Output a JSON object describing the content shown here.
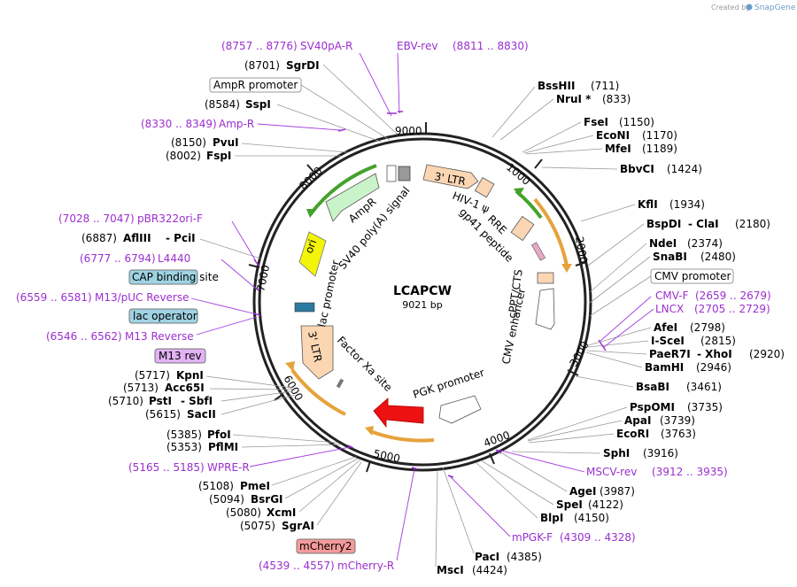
{
  "credit": {
    "created_by": "Created by",
    "brand": "SnapGene"
  },
  "plasmid": {
    "name": "LCAPCW",
    "size_label": "9021 bp"
  },
  "scale_ticks": [
    "9000",
    "1000",
    "2000",
    "3000",
    "4000",
    "5000",
    "6000",
    "7000",
    "8000"
  ],
  "sites_left": [
    {
      "pos": "(8701)",
      "name": "SgrDI"
    },
    {
      "pos": "(8584)",
      "name": "SspI"
    },
    {
      "pos": "(8150)",
      "name": "PvuI"
    },
    {
      "pos": "(8002)",
      "name": "FspI"
    },
    {
      "pos": "(6887)",
      "name": "AflIII",
      "extra": "- PciI"
    },
    {
      "pos": "(5717)",
      "name": "KpnI"
    },
    {
      "pos": "(5713)",
      "name": "Acc65I"
    },
    {
      "pos": "(5710)",
      "name": "PstI",
      "extra": "- SbfI"
    },
    {
      "pos": "(5615)",
      "name": "SacII"
    },
    {
      "pos": "(5385)",
      "name": "PfoI"
    },
    {
      "pos": "(5353)",
      "name": "PflMI"
    },
    {
      "pos": "(5108)",
      "name": "PmeI"
    },
    {
      "pos": "(5094)",
      "name": "BsrGI"
    },
    {
      "pos": "(5080)",
      "name": "XcmI"
    },
    {
      "pos": "(5075)",
      "name": "SgrAI"
    }
  ],
  "sites_right": [
    {
      "name": "BssHII",
      "pos": "(711)"
    },
    {
      "name": "NruI *",
      "pos": "(833)"
    },
    {
      "name": "FseI",
      "pos": "(1150)"
    },
    {
      "name": "EcoNI",
      "pos": "(1170)"
    },
    {
      "name": "MfeI",
      "pos": "(1189)"
    },
    {
      "name": "BbvCI",
      "pos": "(1424)"
    },
    {
      "name": "KflI",
      "pos": "(1934)"
    },
    {
      "name": "BspDI",
      "extra": "- ClaI",
      "pos": "(2180)"
    },
    {
      "name": "NdeI",
      "pos": "(2374)"
    },
    {
      "name": "SnaBI",
      "pos": "(2480)"
    },
    {
      "name": "AfeI",
      "pos": "(2798)"
    },
    {
      "name": "I-SceI",
      "pos": "(2815)"
    },
    {
      "name": "PaeR7I",
      "extra": "- XhoI",
      "pos": "(2920)"
    },
    {
      "name": "BamHI",
      "pos": "(2946)"
    },
    {
      "name": "BsaBI",
      "pos": "(3461)"
    },
    {
      "name": "PspOMI",
      "pos": "(3735)"
    },
    {
      "name": "ApaI",
      "pos": "(3739)"
    },
    {
      "name": "EcoRI",
      "pos": "(3763)"
    },
    {
      "name": "SphI",
      "pos": "(3916)"
    },
    {
      "name": "AgeI",
      "pos": "(3987)"
    },
    {
      "name": "SpeI",
      "pos": "(4122)"
    },
    {
      "name": "BlpI",
      "pos": "(4150)"
    }
  ],
  "sites_bottom": [
    {
      "name": "PacI",
      "pos": "(4385)"
    },
    {
      "name": "MscI",
      "pos": "(4424)"
    }
  ],
  "primers": {
    "sv40pa_r": {
      "range": "(8757 .. 8776)",
      "name": "SV40pA-R"
    },
    "ebv_rev": {
      "name": "EBV-rev",
      "range": "(8811 .. 8830)"
    },
    "amp_r": {
      "range": "(8330 .. 8349)",
      "name": "Amp-R"
    },
    "pbr322": {
      "range": "(7028 .. 7047)",
      "name": "pBR322ori-F"
    },
    "l4440": {
      "range": "(6777 .. 6794)",
      "name": "L4440"
    },
    "m13puc": {
      "range": "(6559 .. 6581)",
      "name": "M13/pUC Reverse"
    },
    "m13rev": {
      "range": "(6546 .. 6562)",
      "name": "M13 Reverse"
    },
    "wpre": {
      "range": "(5165 .. 5185)",
      "name": "WPRE-R"
    },
    "mcherry_r": {
      "range": "(4539 .. 4557)",
      "name": "mCherry-R"
    },
    "cmv_f": {
      "name": "CMV-F",
      "range": "(2659 .. 2679)"
    },
    "lncx": {
      "name": "LNCX",
      "range": "(2705 .. 2729)"
    },
    "mscv_rev": {
      "name": "MSCV-rev",
      "range": "(3912 .. 3935)"
    },
    "mpgk_f": {
      "name": "mPGK-F",
      "range": "(4309 .. 4328)"
    }
  },
  "boxed_labels": {
    "ampr_promoter": "AmpR promoter",
    "cap_site": "CAP binding site",
    "lac_operator": "lac operator",
    "m13_rev": "M13 rev",
    "cmv_promoter": "CMV promoter",
    "mcherry2": "mCherry2"
  },
  "features": {
    "ltr3_top": "3' LTR",
    "hiv_psi": "HIV-1 ψ",
    "rre": "RRE",
    "gp41": "gp41 peptide",
    "cppt": "cPPT/CTS",
    "cmv_enh": "CMV enhancer",
    "pgk": "PGK promoter",
    "factor_xa": "Factor Xa site",
    "ltr3_bottom": "3' LTR",
    "lac_promoter": "lac promoter",
    "ori": "ori",
    "ampr": "AmpR",
    "sv40": "SV40 poly(A) signal"
  },
  "colors": {
    "primer": "#9b2fcf",
    "ltr": "#fbd6b3",
    "ampr": "#c9f3c9",
    "ori": "#f4f40a",
    "pgk_arrow": "#ee1111",
    "orange_arc": "#e6a23c",
    "green_arc": "#44a22a",
    "cap_box": "#9fd3e3",
    "m13_box": "#e2b2f5",
    "mcherry_box": "#f59a9a"
  }
}
